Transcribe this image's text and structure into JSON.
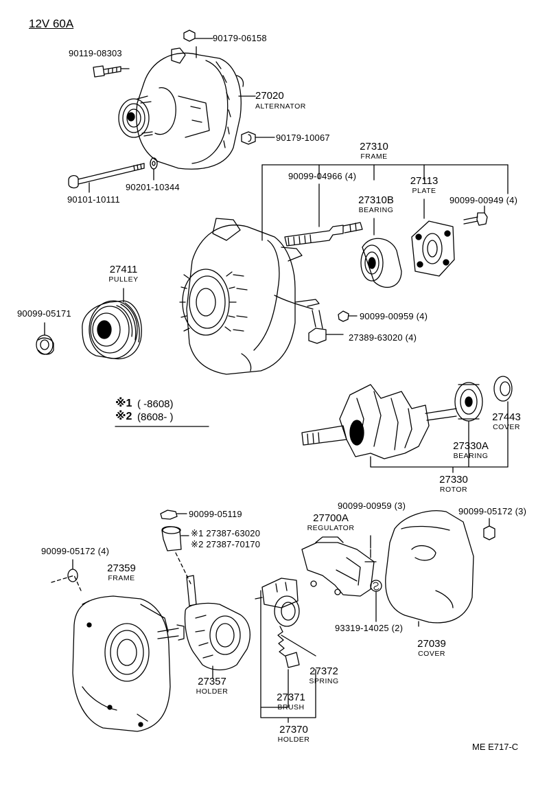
{
  "header": {
    "title": "12V 60A"
  },
  "footer": {
    "code": "ME  E717-C"
  },
  "notes": {
    "note1": {
      "mark": "※1",
      "text": "(     -8608)"
    },
    "note2": {
      "mark": "※2",
      "text": "(8608-        )"
    }
  },
  "parts": {
    "p90179_06158": {
      "number": "90179-06158"
    },
    "p90119_08303": {
      "number": "90119-08303"
    },
    "p27020": {
      "number": "27020",
      "name": "ALTERNATOR"
    },
    "p90179_10067": {
      "number": "90179-10067"
    },
    "p90201_10344": {
      "number": "90201-10344"
    },
    "p90101_10111": {
      "number": "90101-10111"
    },
    "p27310": {
      "number": "27310",
      "name": "FRAME"
    },
    "p90099_04966": {
      "number": "90099-04966 (4)"
    },
    "p27113": {
      "number": "27113",
      "name": "PLATE"
    },
    "p27310B": {
      "number": "27310B",
      "name": "BEARING"
    },
    "p90099_00949": {
      "number": "90099-00949 (4)"
    },
    "p27411": {
      "number": "27411",
      "name": "PULLEY"
    },
    "p90099_05171": {
      "number": "90099-05171"
    },
    "p90099_00959a": {
      "number": "90099-00959 (4)"
    },
    "p27389_63020": {
      "number": "27389-63020 (4)"
    },
    "p27443": {
      "number": "27443",
      "name": "COVER"
    },
    "p27330A": {
      "number": "27330A",
      "name": "BEARING"
    },
    "p27330": {
      "number": "27330",
      "name": "ROTOR"
    },
    "p90099_05119": {
      "number": "90099-05119"
    },
    "p27387": {
      "line1": "※1 27387-63020",
      "line2": "※2 27387-70170"
    },
    "p27700A": {
      "number": "27700A",
      "name": "REGULATOR"
    },
    "p90099_00959b": {
      "number": "90099-00959 (3)"
    },
    "p90099_05172a": {
      "number": "90099-05172 (3)"
    },
    "p90099_05172b": {
      "number": "90099-05172 (4)"
    },
    "p27359": {
      "number": "27359",
      "name": "FRAME"
    },
    "p93319_14025": {
      "number": "93319-14025 (2)"
    },
    "p27039": {
      "number": "27039",
      "name": "COVER"
    },
    "p27357": {
      "number": "27357",
      "name": "HOLDER"
    },
    "p27372": {
      "number": "27372",
      "name": "SPRING"
    },
    "p27371": {
      "number": "27371",
      "name": "BRUSH"
    },
    "p27370": {
      "number": "27370",
      "name": "HOLDER"
    }
  }
}
